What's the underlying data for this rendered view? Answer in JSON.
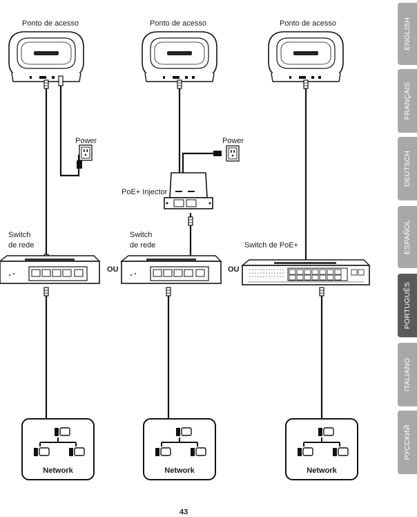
{
  "diagram": {
    "access_point_label": "Ponto de acesso",
    "power_label": "Power",
    "poe_injector_label": "PoE+ Injector",
    "switch_label_line1": "Switch",
    "switch_label_line2": "de rede",
    "poe_switch_label": "Switch de PoE+",
    "or_label": "OU",
    "network_label": "Network"
  },
  "page_number": "43",
  "language_tabs": [
    {
      "label": "ENGLISH",
      "active": false
    },
    {
      "label": "FRANÇAIS",
      "active": false
    },
    {
      "label": "DEUTSCH",
      "active": false
    },
    {
      "label": "ESPAÑOL",
      "active": false
    },
    {
      "label": "PORTUGUÊS",
      "active": true
    },
    {
      "label": "ITALIANO",
      "active": false
    },
    {
      "label": "РУССКИЙ",
      "active": false
    }
  ]
}
